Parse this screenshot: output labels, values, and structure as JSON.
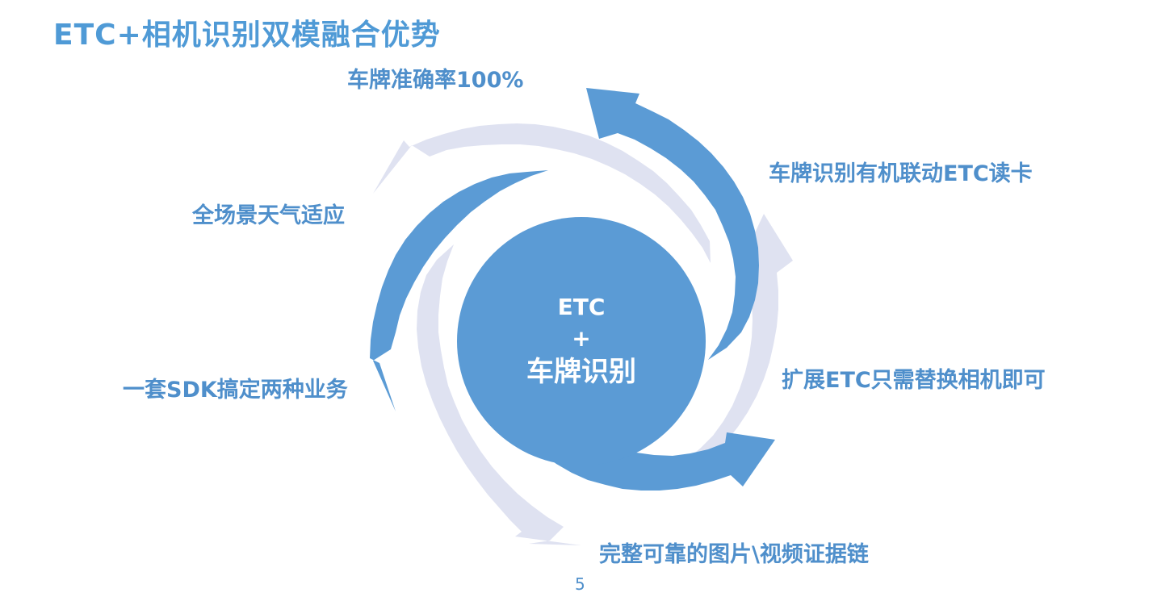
{
  "title": "ETC+相机识别双模融合优势",
  "hub": {
    "line1": "ETC",
    "line2": "+",
    "line3": "车牌识别"
  },
  "advantages": [
    "车牌准确率100%",
    "车牌识别有机联动ETC读卡",
    "全场景天气适应",
    "扩展ETC只需替换相机即可",
    "一套SDK搞定两种业务",
    "完整可靠的图片\\视频证据链"
  ],
  "page_number": "5",
  "colors": {
    "title": "#4f9ad6",
    "label": "#4f8fcb",
    "hub": "#5b9bd5",
    "arrow_dark": "#5b9bd5",
    "arrow_light": "#dfe2f1"
  }
}
